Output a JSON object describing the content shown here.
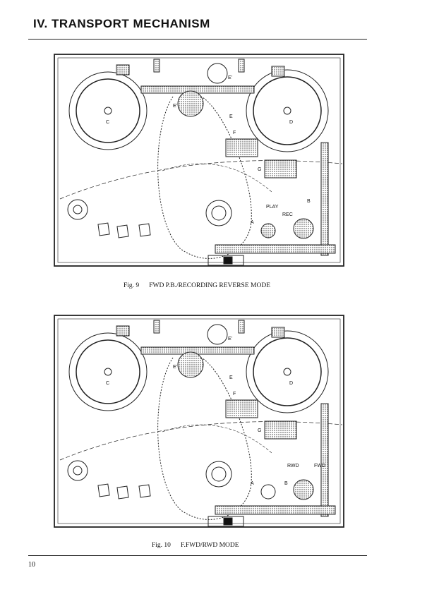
{
  "header": {
    "title": "IV.  TRANSPORT MECHANISM"
  },
  "figures": [
    {
      "number": "Fig. 9",
      "caption": "FWD P.B./RECORDING REVERSE MODE",
      "labels": {
        "reel_left": "C",
        "reel_right": "D",
        "e_upper": "E'",
        "e_left": "E'",
        "e_right": "E",
        "f": "F",
        "g": "G",
        "a": "A",
        "b": "B",
        "play": "PLAY",
        "rec": "REC"
      }
    },
    {
      "number": "Fig. 10",
      "caption": "F.FWD/RWD MODE",
      "labels": {
        "reel_left": "C",
        "reel_right": "D",
        "e_upper": "E'",
        "e_left": "E'",
        "e_right": "E",
        "f": "F",
        "g": "G",
        "a": "A",
        "b": "B",
        "rwd": "RWD",
        "fwd": "FWD"
      }
    }
  ],
  "footer": {
    "page_number": "10"
  }
}
